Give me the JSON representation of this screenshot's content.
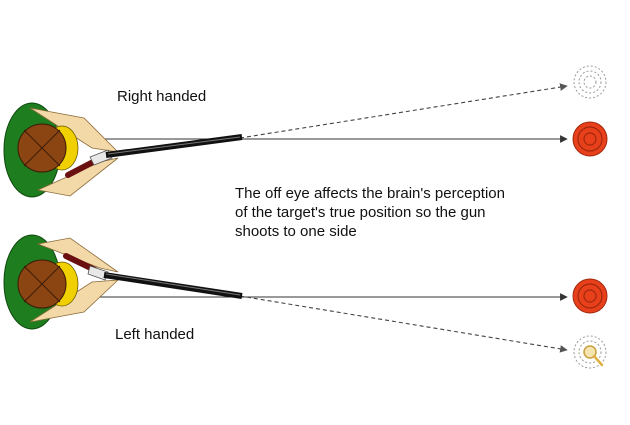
{
  "labels": {
    "right_handed": "Right handed",
    "left_handed": "Left handed"
  },
  "explanation": {
    "line1": "The off eye affects the brain's perception",
    "line2": "of the target's true position so the gun",
    "line3": "shoots to one side"
  },
  "colors": {
    "shoulder_green": "#1e7d1e",
    "head_brown": "#8a4513",
    "face_yellow": "#f0d000",
    "arm_tan": "#f3d9a8",
    "barrel_black": "#111111",
    "stock_brown": "#6b1010",
    "target_red": "#e8401a",
    "ghost_grey": "#9a9a9a"
  },
  "icons": {
    "real_target": "clay-target-icon",
    "perceived_target": "ghost-target-icon"
  }
}
